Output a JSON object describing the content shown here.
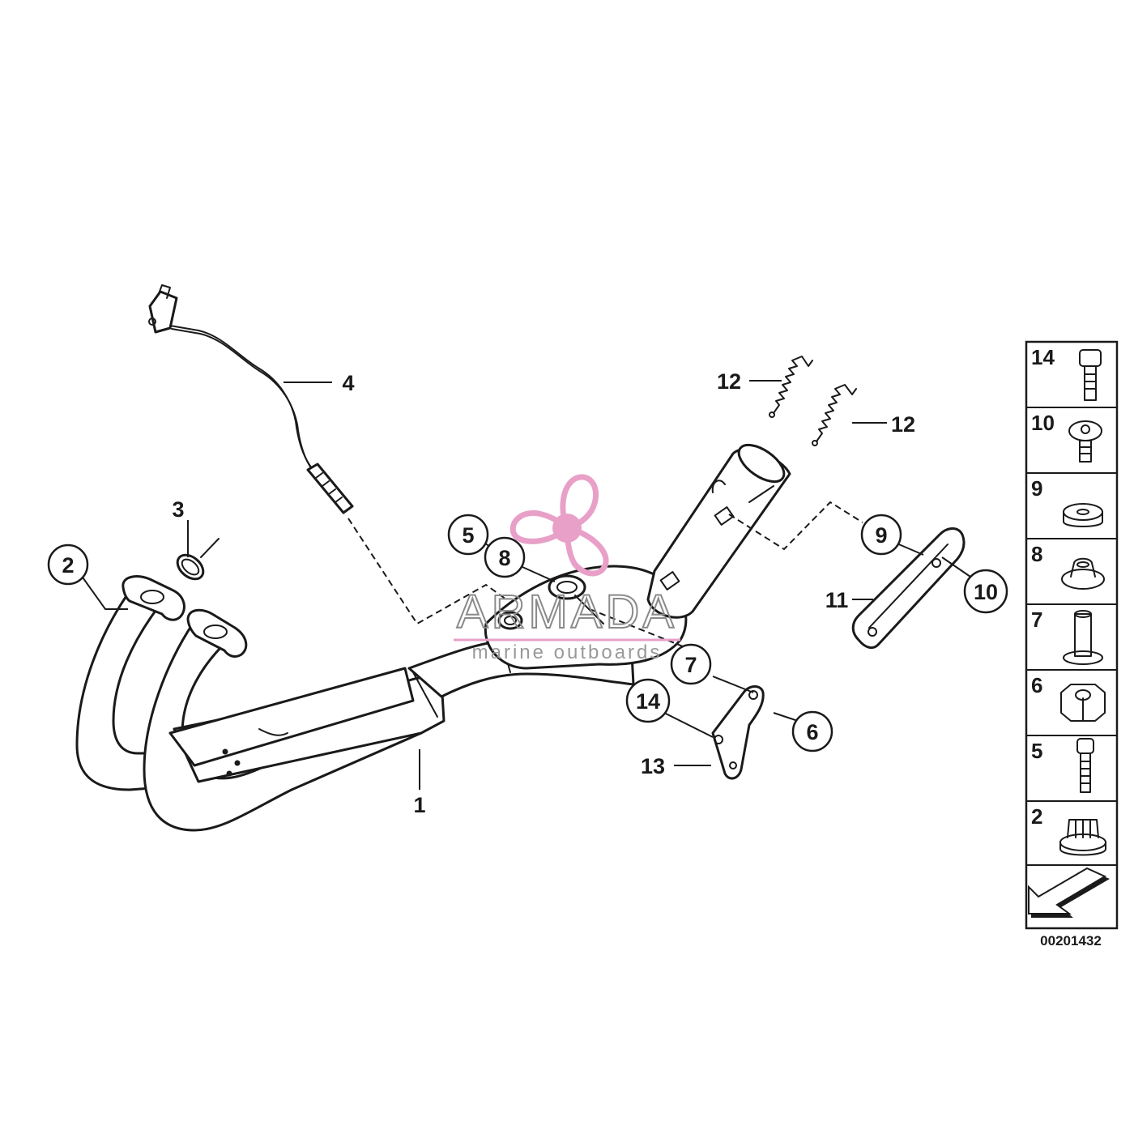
{
  "diagram": {
    "callouts": [
      {
        "label": "1"
      },
      {
        "label": "2"
      },
      {
        "label": "3"
      },
      {
        "label": "4"
      },
      {
        "label": "5"
      },
      {
        "label": "6"
      },
      {
        "label": "7"
      },
      {
        "label": "8"
      },
      {
        "label": "9"
      },
      {
        "label": "10"
      },
      {
        "label": "11"
      },
      {
        "label": "12"
      },
      {
        "label": "12"
      },
      {
        "label": "13"
      },
      {
        "label": "14"
      }
    ],
    "legend": [
      {
        "label": "14",
        "icon": "hex-socket-bolt-icon"
      },
      {
        "label": "10",
        "icon": "torx-button-screw-icon"
      },
      {
        "label": "9",
        "icon": "rubber-washer-icon"
      },
      {
        "label": "8",
        "icon": "rubber-grommet-icon"
      },
      {
        "label": "7",
        "icon": "spacer-sleeve-icon"
      },
      {
        "label": "6",
        "icon": "hex-nut-icon"
      },
      {
        "label": "5",
        "icon": "socket-head-screw-icon"
      },
      {
        "label": "2",
        "icon": "collar-nut-icon"
      }
    ],
    "direction_icon": "direction-arrow-icon",
    "diagram_code": "00201432"
  },
  "watermark": {
    "brand": "ARMADA",
    "tagline": "marine outboards",
    "logo_icon": "propeller-logo-icon",
    "logo_color": "#e8a0c8"
  }
}
